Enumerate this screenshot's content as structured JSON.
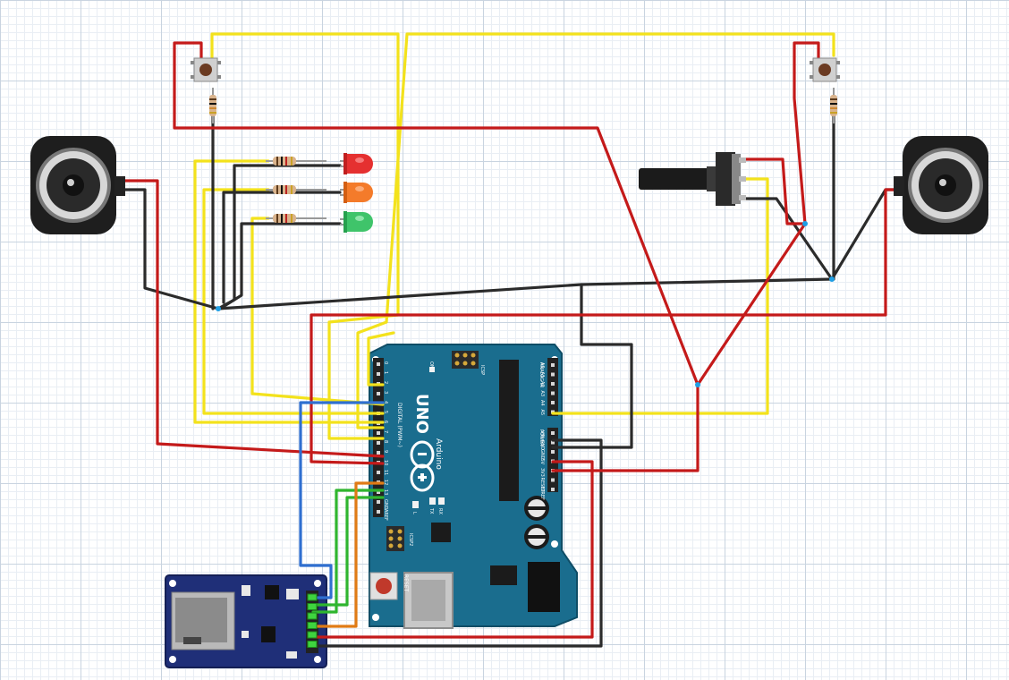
{
  "board": {
    "model": "UNO",
    "brand": "Arduino",
    "digital_header_label": "DIGITAL (PWM~)",
    "power_header_label": "POWER",
    "analog_header_label": "ANALOG IN",
    "icsp_label": "ICSP",
    "icsp2_label": "ICSP2",
    "on_label": "ON",
    "reset_label": "RESET",
    "led_l_label": "L",
    "led_tx_label": "TX",
    "led_rx_label": "RX",
    "digital_pins": [
      "0",
      "1",
      "2",
      "3",
      "4",
      "5",
      "6",
      "7",
      "8",
      "9",
      "10",
      "11",
      "12",
      "13",
      "GND",
      "AREF"
    ],
    "analog_pins": [
      "A0",
      "A1",
      "A2",
      "A3",
      "A4",
      "A5"
    ],
    "power_pins": [
      "VIN",
      "GND",
      "GND",
      "5V",
      "3V3",
      "RESET",
      "IOREF"
    ]
  },
  "components": {
    "speakers": [
      "speaker-left",
      "speaker-right"
    ],
    "leds": [
      "red",
      "orange",
      "green"
    ],
    "buttons": [
      "button-left",
      "button-right"
    ],
    "potentiometer": "potentiometer",
    "sd_module": "micro-sd-card-module"
  },
  "colors": {
    "wire_red": "#c41a1a",
    "wire_black": "#2b2b2b",
    "wire_yellow": "#f3e21c",
    "wire_blue": "#2f6fd0",
    "wire_green": "#2fb52f",
    "wire_orange": "#e07b15",
    "board": "#1a6d8e",
    "sd_board": "#1f2f78"
  }
}
